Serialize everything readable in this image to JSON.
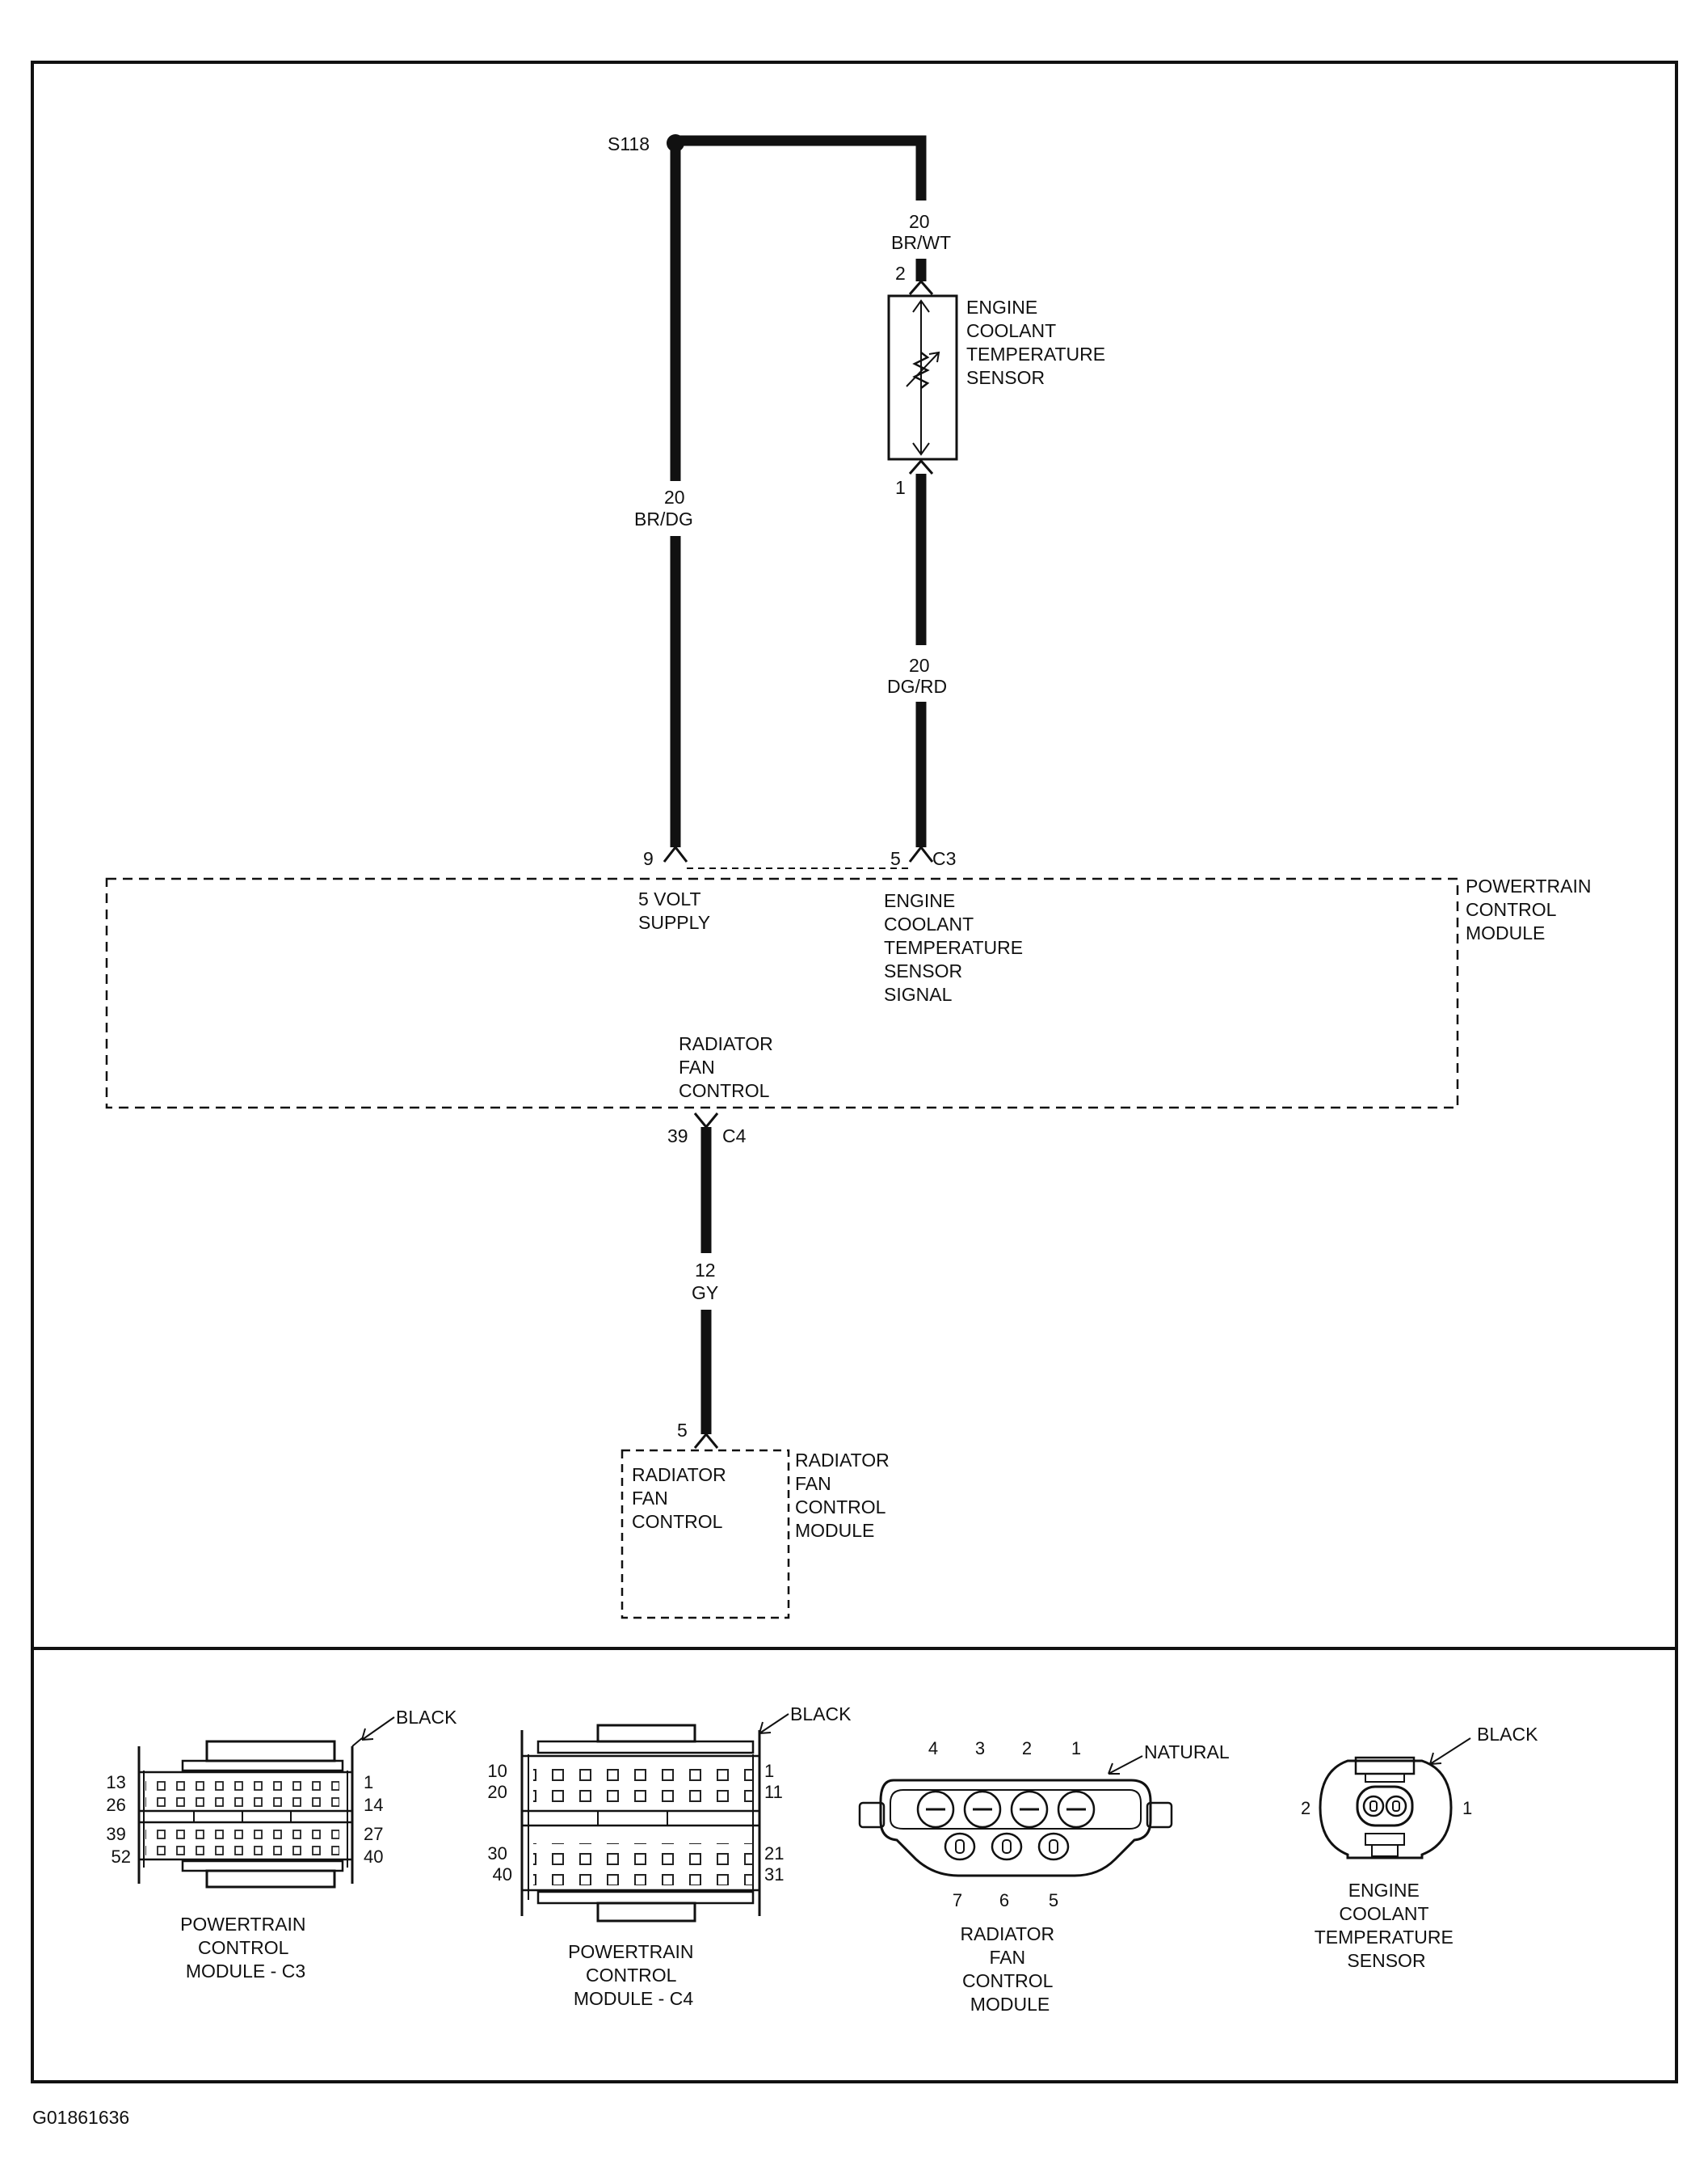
{
  "splice": {
    "name": "S118"
  },
  "wires": {
    "br_wt": {
      "gauge": "20",
      "color": "BR/WT"
    },
    "br_dg": {
      "gauge": "20",
      "color": "BR/DG"
    },
    "dg_rd": {
      "gauge": "20",
      "color": "DG/RD"
    },
    "gy": {
      "gauge": "12",
      "color": "GY"
    }
  },
  "sensor": {
    "title_lines": [
      "ENGINE",
      "COOLANT",
      "TEMPERATURE",
      "SENSOR"
    ],
    "pin_top": "2",
    "pin_bottom": "1"
  },
  "pcm": {
    "title_lines": [
      "POWERTRAIN",
      "CONTROL",
      "MODULE"
    ],
    "pin_supply": "9",
    "pin_signal": "5",
    "connector_c3": "C3",
    "supply_lines": [
      "5 VOLT",
      "SUPPLY"
    ],
    "signal_lines": [
      "ENGINE",
      "COOLANT",
      "TEMPERATURE",
      "SENSOR",
      "SIGNAL"
    ],
    "fan_lines": [
      "RADIATOR",
      "FAN",
      "CONTROL"
    ],
    "pin_fan": "39",
    "connector_c4": "C4"
  },
  "fan_module": {
    "pin": "5",
    "inner_lines": [
      "RADIATOR",
      "FAN",
      "CONTROL"
    ],
    "title_lines": [
      "RADIATOR",
      "FAN",
      "CONTROL",
      "MODULE"
    ]
  },
  "connectors": {
    "c3": {
      "color_label": "BLACK",
      "pins_left": [
        "13",
        "26",
        "39",
        "52"
      ],
      "pins_right": [
        "1",
        "14",
        "27",
        "40"
      ],
      "caption_lines": [
        "POWERTRAIN",
        "CONTROL",
        "MODULE - C3"
      ]
    },
    "c4": {
      "color_label": "BLACK",
      "pins_left": [
        "10",
        "20",
        "30",
        "40"
      ],
      "pins_right": [
        "1",
        "11",
        "21",
        "31"
      ],
      "caption_lines": [
        "POWERTRAIN",
        "CONTROL",
        "MODULE - C4"
      ]
    },
    "fan": {
      "color_label": "NATURAL",
      "pins_top": [
        "4",
        "3",
        "2",
        "1"
      ],
      "pins_bottom": [
        "7",
        "6",
        "5"
      ],
      "caption_lines": [
        "RADIATOR",
        "FAN",
        "CONTROL",
        "MODULE"
      ]
    },
    "ect": {
      "color_label": "BLACK",
      "pin_left": "2",
      "pin_right": "1",
      "caption_lines": [
        "ENGINE",
        "COOLANT",
        "TEMPERATURE",
        "SENSOR"
      ]
    }
  },
  "figure_id": "G01861636"
}
